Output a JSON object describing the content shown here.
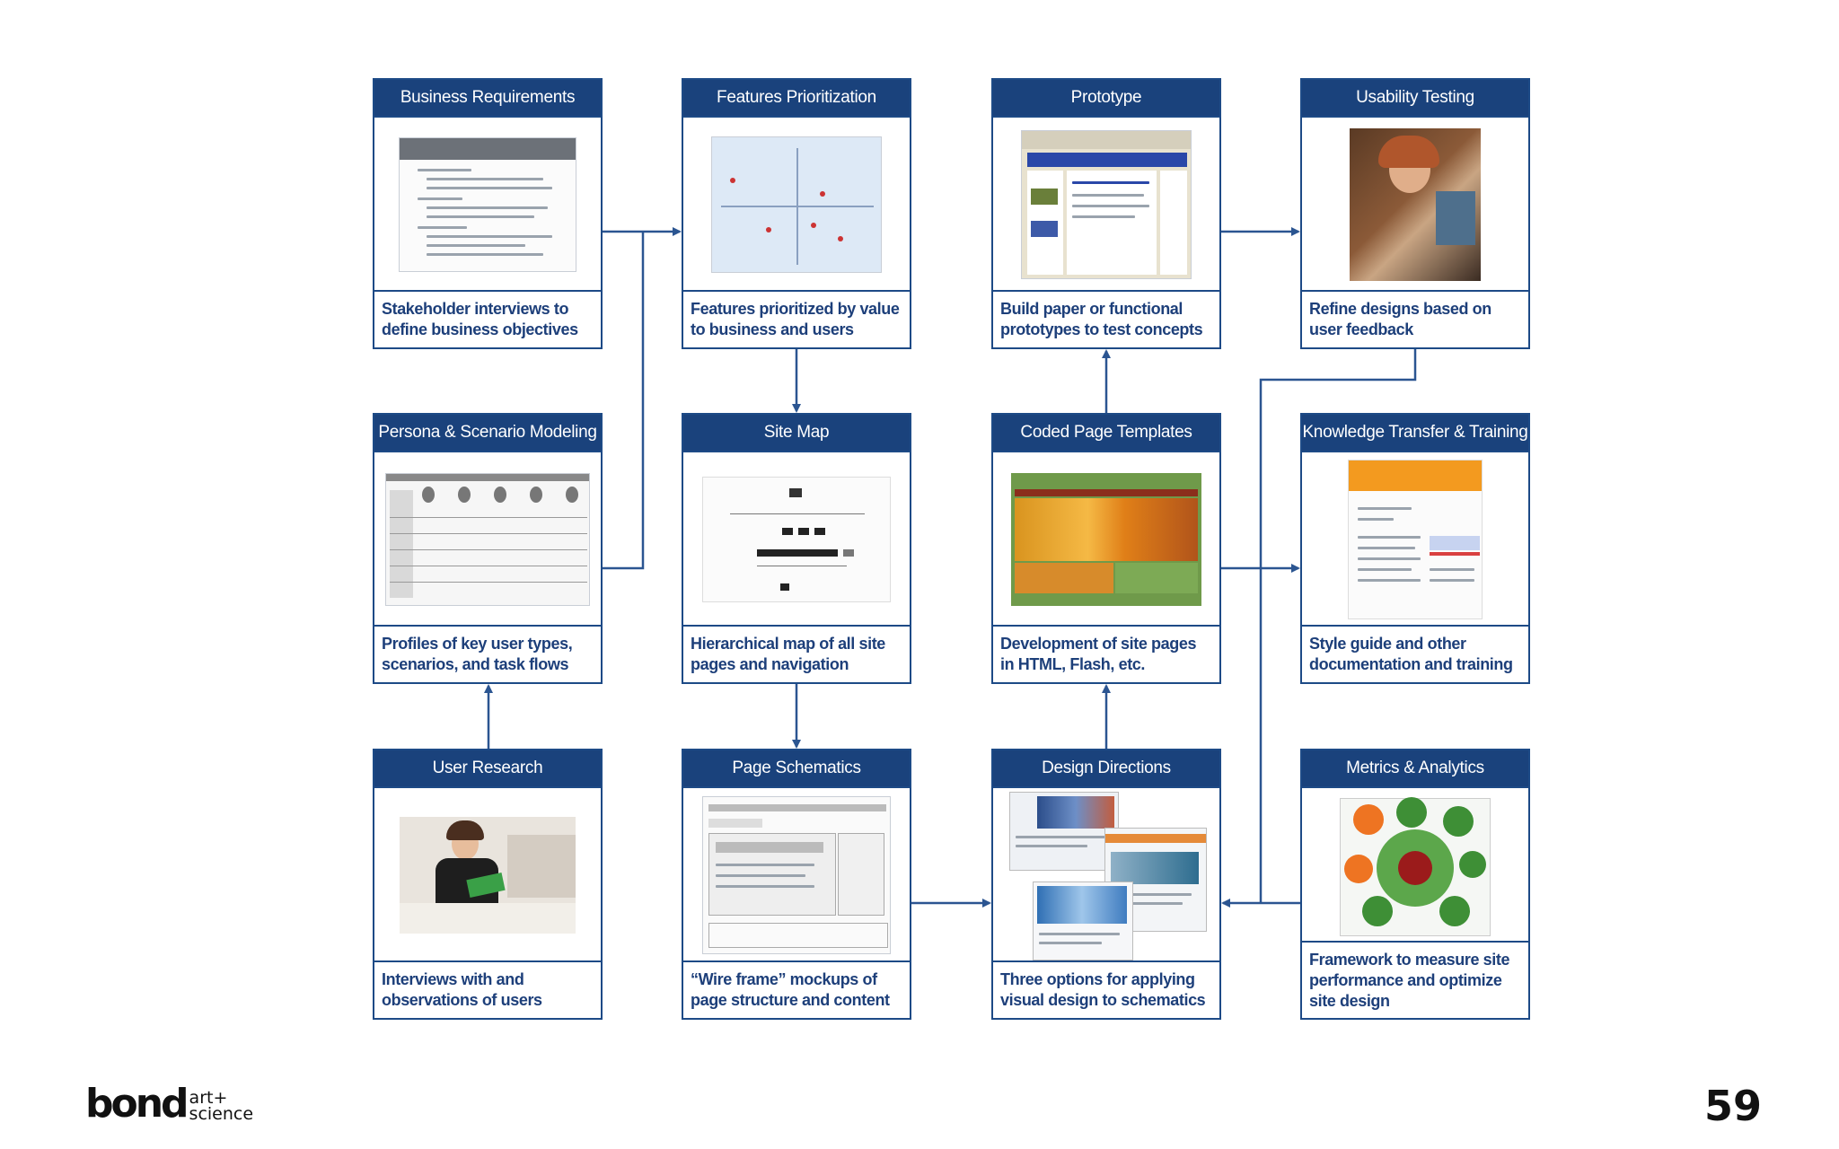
{
  "cards": [
    {
      "id": "business-requirements",
      "title": "Business Requirements",
      "caption": [
        "Stakeholder interviews to",
        "define business objectives"
      ]
    },
    {
      "id": "features-prioritization",
      "title": "Features Prioritization",
      "caption": [
        "Features prioritized by value",
        "to business and users"
      ]
    },
    {
      "id": "prototype",
      "title": "Prototype",
      "caption": [
        "Build paper or functional",
        "prototypes to test concepts"
      ]
    },
    {
      "id": "usability-testing",
      "title": "Usability Testing",
      "caption": [
        "Refine designs based on",
        "user feedback"
      ]
    },
    {
      "id": "persona-scenario-modeling",
      "title": "Persona & Scenario Modeling",
      "caption": [
        "Profiles of key user types,",
        "scenarios, and task flows"
      ]
    },
    {
      "id": "site-map",
      "title": "Site Map",
      "caption": [
        "Hierarchical map of all site",
        "pages and navigation"
      ]
    },
    {
      "id": "coded-page-templates",
      "title": "Coded Page Templates",
      "caption": [
        "Development of site pages",
        "in HTML, Flash, etc."
      ]
    },
    {
      "id": "knowledge-transfer-training",
      "title": "Knowledge Transfer & Training",
      "caption": [
        "Style guide and other",
        "documentation and training"
      ]
    },
    {
      "id": "user-research",
      "title": "User Research",
      "caption": [
        "Interviews with and",
        "observations of users"
      ]
    },
    {
      "id": "page-schematics",
      "title": "Page Schematics",
      "caption": [
        "“Wire frame” mockups of",
        "page structure and content"
      ]
    },
    {
      "id": "design-directions",
      "title": "Design Directions",
      "caption": [
        "Three options for applying",
        "visual design to schematics"
      ]
    },
    {
      "id": "metrics-analytics",
      "title": "Metrics & Analytics",
      "caption": [
        "Framework to measure site",
        "performance and optimize",
        "site design"
      ]
    }
  ],
  "footer": {
    "brand_main": "bond",
    "brand_sup1": "art+",
    "brand_sup2": "science",
    "page_number": "59"
  },
  "colors": {
    "header": "#1a427c",
    "border": "#1d4a86",
    "caption": "#1d3f7a",
    "connector": "#2b5591"
  }
}
